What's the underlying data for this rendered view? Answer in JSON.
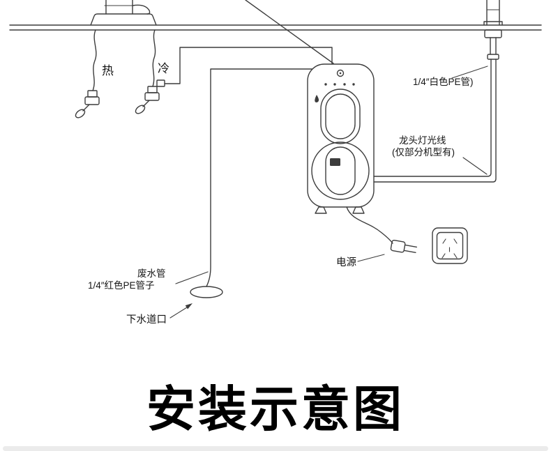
{
  "title": "安装示意图",
  "labels": {
    "hot": "热",
    "cold": "冷",
    "white_pe_tube": "1/4″白色PE管)",
    "faucet_light_line1": "龙头灯光线",
    "faucet_light_line2": "(仅部分机型有)",
    "power": "电源",
    "waste_pipe_line1": "废水管",
    "waste_pipe_line2": "1/4″红色PE管子",
    "drain_outlet": "下水道口"
  },
  "colors": {
    "line": "#3c3c3c",
    "background": "#ffffff",
    "title_text": "#000000"
  }
}
